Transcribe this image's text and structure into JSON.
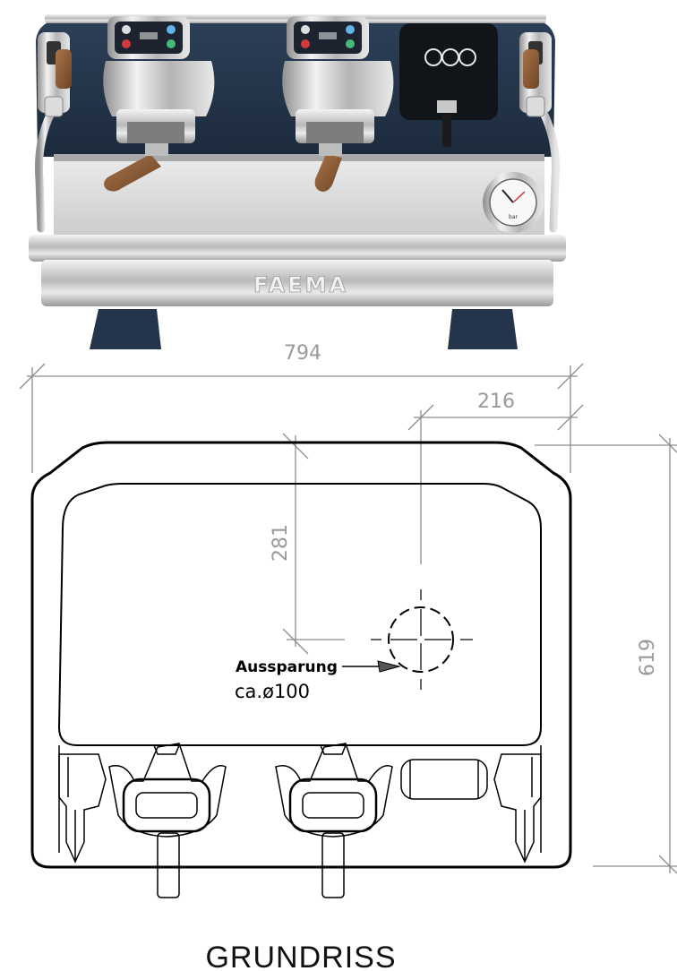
{
  "product": {
    "brand_logo_text": "FAEMA",
    "gauge_label": "bar"
  },
  "dimensions": {
    "width": "794",
    "offset": "216",
    "depth_to_hole": "281",
    "depth": "619"
  },
  "cutout": {
    "label": "Aussparung",
    "size": "ca.ø100"
  },
  "drawing": {
    "title": "GRUNDRISS"
  },
  "colors": {
    "body_blue": "#24344a",
    "chrome": "#cfcfcf",
    "wood": "#8a5a32",
    "line": "#000000",
    "dim_line": "#8c8c8c"
  }
}
